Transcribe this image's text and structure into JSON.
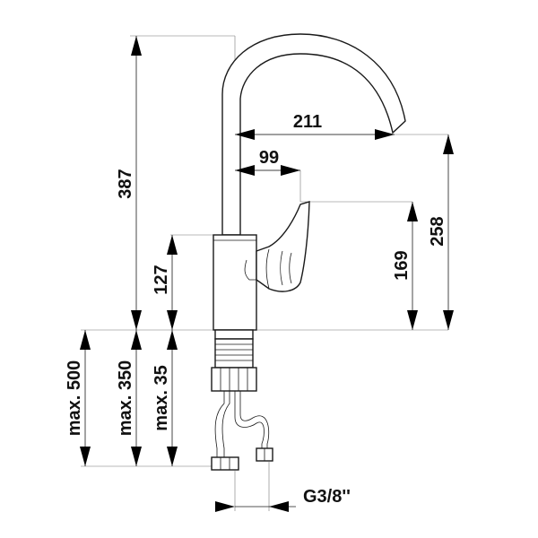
{
  "dimensions": {
    "height_total": "387",
    "spout_reach": "211",
    "lever_offset": "99",
    "spout_height": "258",
    "lever_height": "169",
    "body_height": "127",
    "max_500": "max. 500",
    "max_350": "max. 350",
    "max_35": "max. 35",
    "thread": "G3/8''"
  },
  "colors": {
    "line": "#1a1a1a",
    "text": "#111111",
    "background": "#ffffff"
  }
}
